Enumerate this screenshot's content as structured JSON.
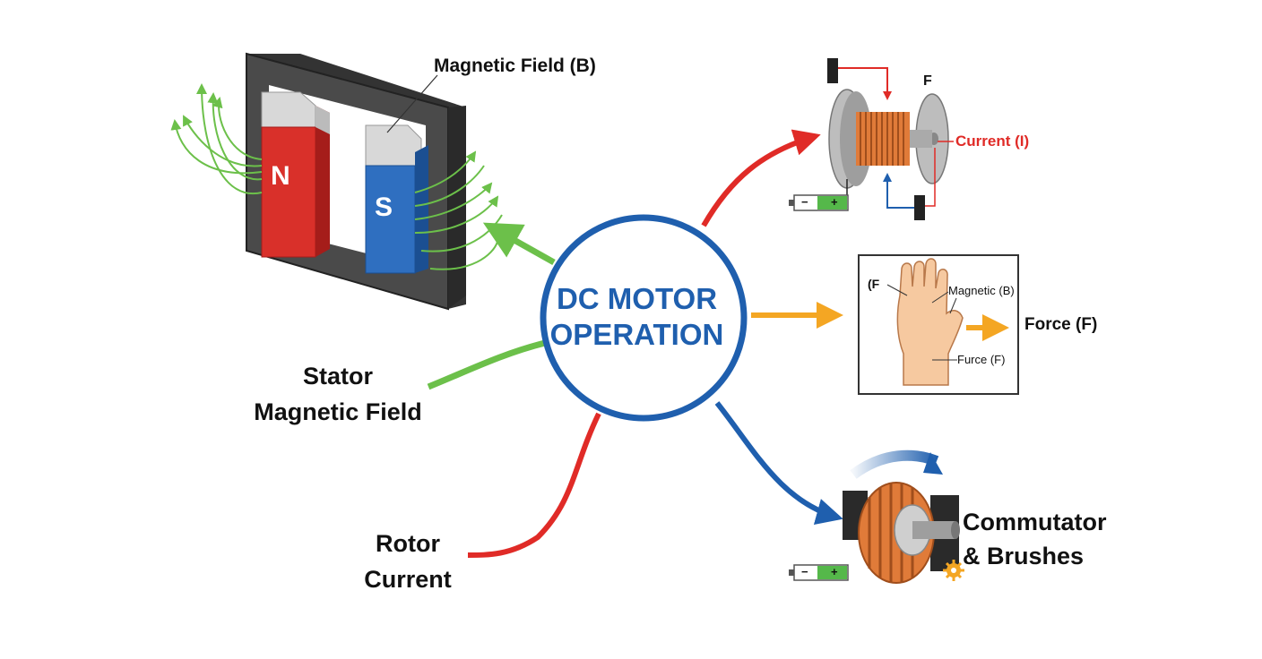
{
  "title_line1": "DC MOTOR",
  "title_line2": "OPERATION",
  "stator": {
    "magnetic_field_label": "Magnetic Field (B)",
    "north": "N",
    "south": "S",
    "caption_line1": "Stator",
    "caption_line2": "Magnetic Field"
  },
  "rotor": {
    "caption_line1": "Rotor",
    "caption_line2": "Current"
  },
  "coil": {
    "force_label": "F",
    "current_label": "Current (I)",
    "battery_minus": "−",
    "battery_plus": "+"
  },
  "hand": {
    "f_label": "(F",
    "magnetic_label": "Magnetic (B)",
    "furce_label": "Furce (F)",
    "force_label": "Force (F)"
  },
  "commutator": {
    "caption_line1": "Commutator",
    "caption_line2": "& Brushes",
    "battery_minus": "−",
    "battery_plus": "+"
  },
  "colors": {
    "blue": "#1f5fae",
    "green": "#6cc04a",
    "red": "#e02b27",
    "orange": "#f4a623",
    "copper": "#e07b39"
  }
}
